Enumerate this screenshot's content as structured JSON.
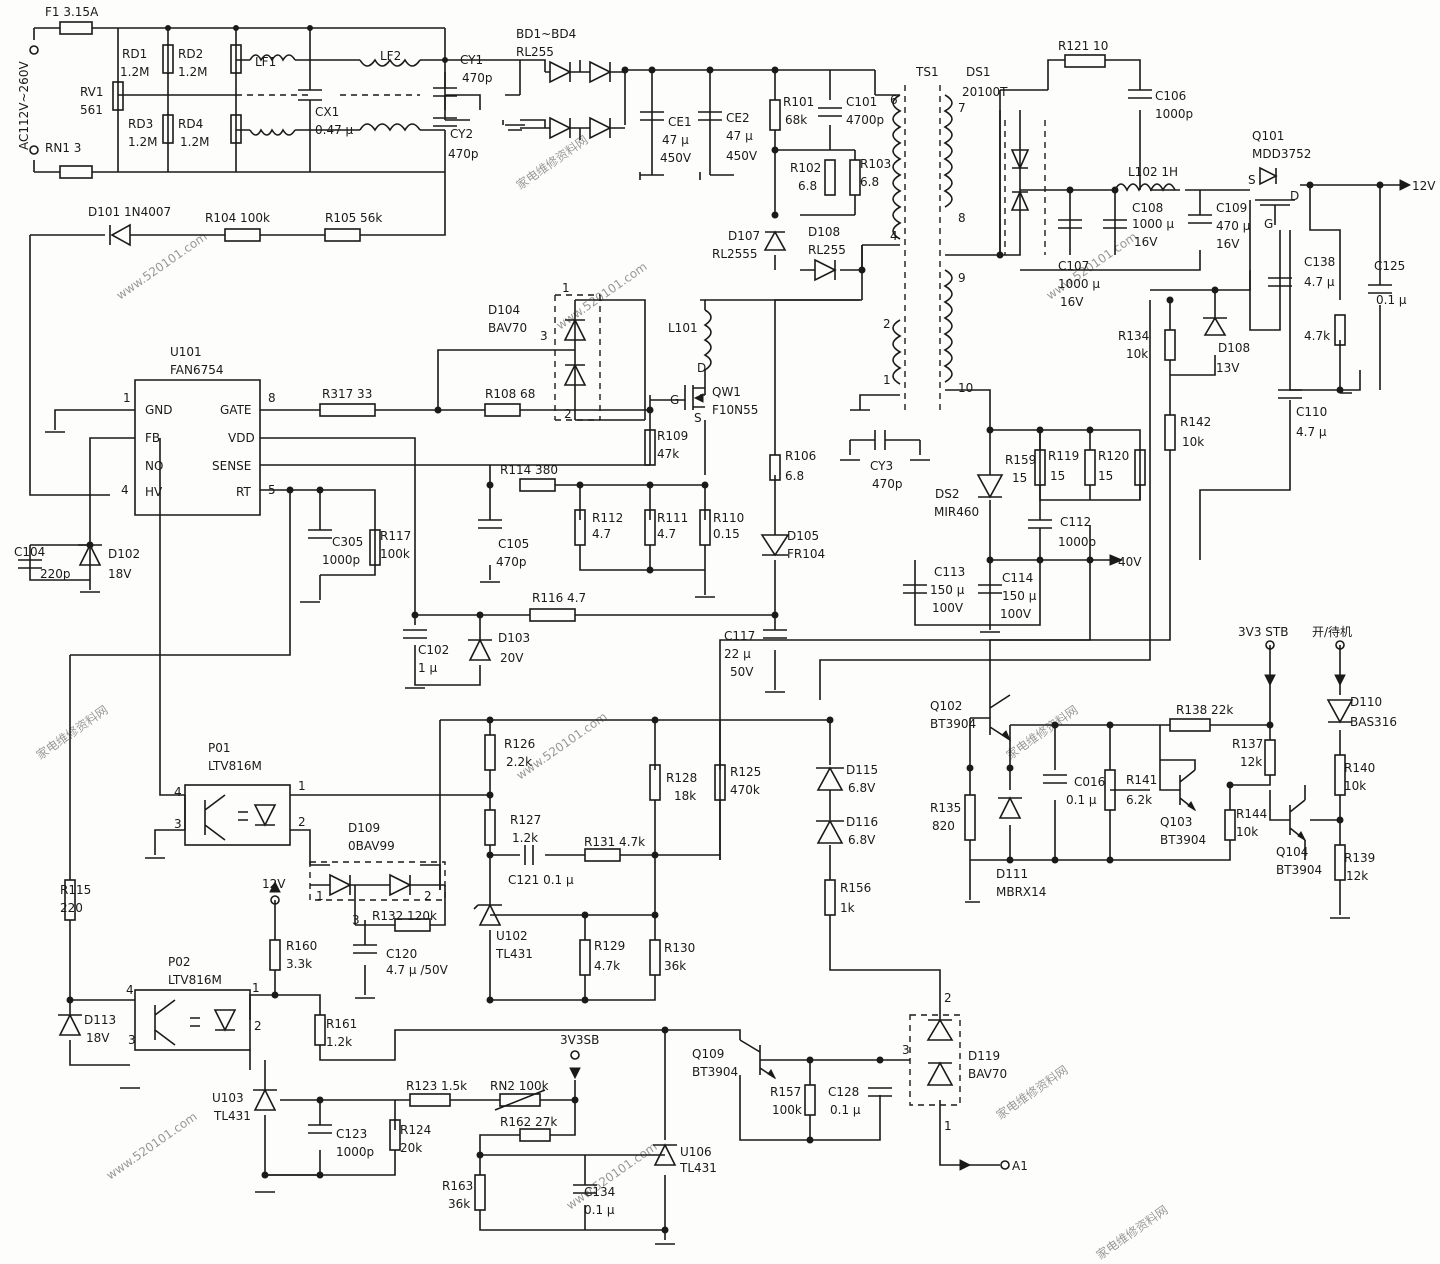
{
  "watermarks": [
    "家电维修资料网",
    "www.520101.com"
  ],
  "colors": {
    "ink": "#1a1a1a",
    "paper": "#fdfdfb",
    "watermark": "#c8c8c8"
  },
  "labels": [
    {
      "id": "F1",
      "t": "F1  3.15A"
    },
    {
      "id": "AC",
      "t": "AC112V~260V"
    },
    {
      "id": "RD1",
      "t": "RD1"
    },
    {
      "id": "RD1v",
      "t": "1.2M"
    },
    {
      "id": "RD2",
      "t": "RD2"
    },
    {
      "id": "RD2v",
      "t": "1.2M"
    },
    {
      "id": "RV1",
      "t": "RV1"
    },
    {
      "id": "RV1v",
      "t": "561"
    },
    {
      "id": "RD3",
      "t": "RD3"
    },
    {
      "id": "RD3v",
      "t": "1.2M"
    },
    {
      "id": "RD4",
      "t": "RD4"
    },
    {
      "id": "RD4v",
      "t": "1.2M"
    },
    {
      "id": "RN1",
      "t": "RN1  3"
    },
    {
      "id": "LF1",
      "t": "LF1"
    },
    {
      "id": "LF2",
      "t": "LF2"
    },
    {
      "id": "CX1",
      "t": "CX1"
    },
    {
      "id": "CX1v",
      "t": "0.47 μ"
    },
    {
      "id": "CY1",
      "t": "CY1"
    },
    {
      "id": "CY1v",
      "t": "470p"
    },
    {
      "id": "CY2",
      "t": "CY2"
    },
    {
      "id": "CY2v",
      "t": "470p"
    },
    {
      "id": "BD",
      "t": "BD1~BD4"
    },
    {
      "id": "BDv",
      "t": "RL255"
    },
    {
      "id": "CE1",
      "t": "CE1"
    },
    {
      "id": "CE1v",
      "t": "47 μ"
    },
    {
      "id": "CE1w",
      "t": "450V"
    },
    {
      "id": "CE2",
      "t": "CE2"
    },
    {
      "id": "CE2v",
      "t": "47 μ"
    },
    {
      "id": "CE2w",
      "t": "450V"
    },
    {
      "id": "R101",
      "t": "R101"
    },
    {
      "id": "R101v",
      "t": "68k"
    },
    {
      "id": "C101",
      "t": "C101"
    },
    {
      "id": "C101v",
      "t": "4700p"
    },
    {
      "id": "R102",
      "t": "R102"
    },
    {
      "id": "R102v",
      "t": "6.8"
    },
    {
      "id": "R103",
      "t": "R103"
    },
    {
      "id": "R103v",
      "t": "6.8"
    },
    {
      "id": "D107",
      "t": "D107"
    },
    {
      "id": "D107v",
      "t": "RL2555"
    },
    {
      "id": "D108a",
      "t": "D108"
    },
    {
      "id": "D108av",
      "t": "RL255"
    },
    {
      "id": "TS1",
      "t": "TS1"
    },
    {
      "id": "DS1",
      "t": "DS1"
    },
    {
      "id": "DS1v",
      "t": "20100T"
    },
    {
      "id": "p6",
      "t": "6"
    },
    {
      "id": "p4",
      "t": "4"
    },
    {
      "id": "p2",
      "t": "2"
    },
    {
      "id": "p1",
      "t": "1"
    },
    {
      "id": "p7",
      "t": "7"
    },
    {
      "id": "p8",
      "t": "8"
    },
    {
      "id": "p9",
      "t": "9"
    },
    {
      "id": "p10",
      "t": "10"
    },
    {
      "id": "R121",
      "t": "R121  10"
    },
    {
      "id": "C106",
      "t": "C106"
    },
    {
      "id": "C106v",
      "t": "1000p"
    },
    {
      "id": "Q101",
      "t": "Q101"
    },
    {
      "id": "Q101v",
      "t": "MDD3752"
    },
    {
      "id": "L102",
      "t": "L102  1H"
    },
    {
      "id": "S",
      "t": "S"
    },
    {
      "id": "D",
      "t": "D"
    },
    {
      "id": "G",
      "t": "G"
    },
    {
      "id": "V12",
      "t": "12V"
    },
    {
      "id": "C108",
      "t": "C108"
    },
    {
      "id": "C108v",
      "t": "1000 μ"
    },
    {
      "id": "C108w",
      "t": "16V"
    },
    {
      "id": "C109",
      "t": "C109"
    },
    {
      "id": "C109v",
      "t": "470 μ"
    },
    {
      "id": "C109w",
      "t": "16V"
    },
    {
      "id": "C107",
      "t": "C107"
    },
    {
      "id": "C107v",
      "t": "1000 μ"
    },
    {
      "id": "C107w",
      "t": "16V"
    },
    {
      "id": "C138",
      "t": "C138"
    },
    {
      "id": "C138v",
      "t": "4.7 μ"
    },
    {
      "id": "C125",
      "t": "C125"
    },
    {
      "id": "C125v",
      "t": "0.1 μ"
    },
    {
      "id": "R47k",
      "t": "4.7k"
    },
    {
      "id": "C110",
      "t": "C110"
    },
    {
      "id": "C110v",
      "t": "4.7 μ"
    },
    {
      "id": "R134",
      "t": "R134"
    },
    {
      "id": "R134v",
      "t": "10k"
    },
    {
      "id": "D108b",
      "t": "D108"
    },
    {
      "id": "D108bv",
      "t": "13V"
    },
    {
      "id": "R142",
      "t": "R142"
    },
    {
      "id": "R142v",
      "t": "10k"
    },
    {
      "id": "D101",
      "t": "D101  1N4007"
    },
    {
      "id": "R104",
      "t": "R104  100k"
    },
    {
      "id": "R105",
      "t": "R105  56k"
    },
    {
      "id": "D104",
      "t": "D104"
    },
    {
      "id": "D104v",
      "t": "BAV70"
    },
    {
      "id": "U101",
      "t": "U101"
    },
    {
      "id": "U101v",
      "t": "FAN6754"
    },
    {
      "id": "GND",
      "t": "GND"
    },
    {
      "id": "FB",
      "t": "FB"
    },
    {
      "id": "NO",
      "t": "NO"
    },
    {
      "id": "HV",
      "t": "HV"
    },
    {
      "id": "GATE",
      "t": "GATE"
    },
    {
      "id": "VDD",
      "t": "VDD"
    },
    {
      "id": "SENSE",
      "t": "SENSE"
    },
    {
      "id": "RT",
      "t": "RT"
    },
    {
      "id": "pin1",
      "t": "1"
    },
    {
      "id": "pin4",
      "t": "4"
    },
    {
      "id": "pin8",
      "t": "8"
    },
    {
      "id": "pin5",
      "t": "5"
    },
    {
      "id": "R317",
      "t": "R317  33"
    },
    {
      "id": "R108",
      "t": "R108  68"
    },
    {
      "id": "L101",
      "t": "L101"
    },
    {
      "id": "QW1",
      "t": "QW1"
    },
    {
      "id": "QW1v",
      "t": "F10N55"
    },
    {
      "id": "d1",
      "t": "1"
    },
    {
      "id": "d2",
      "t": "2"
    },
    {
      "id": "d3",
      "t": "3"
    },
    {
      "id": "G2",
      "t": "G"
    },
    {
      "id": "S2",
      "t": "S"
    },
    {
      "id": "D2",
      "t": "D"
    },
    {
      "id": "R109",
      "t": "R109"
    },
    {
      "id": "R109v",
      "t": "47k"
    },
    {
      "id": "R114",
      "t": "R114  380"
    },
    {
      "id": "C105",
      "t": "C105"
    },
    {
      "id": "C105v",
      "t": "470p"
    },
    {
      "id": "R112",
      "t": "R112"
    },
    {
      "id": "R112v",
      "t": "4.7"
    },
    {
      "id": "R111",
      "t": "R111"
    },
    {
      "id": "R111v",
      "t": "4.7"
    },
    {
      "id": "R110",
      "t": "R110"
    },
    {
      "id": "R110v",
      "t": "0.15"
    },
    {
      "id": "R106",
      "t": "R106"
    },
    {
      "id": "R106v",
      "t": "6.8"
    },
    {
      "id": "D105",
      "t": "D105"
    },
    {
      "id": "D105v",
      "t": "FR104"
    },
    {
      "id": "CY3",
      "t": "CY3"
    },
    {
      "id": "CY3v",
      "t": "470p"
    },
    {
      "id": "R159",
      "t": "R159"
    },
    {
      "id": "R159v",
      "t": "15"
    },
    {
      "id": "R119",
      "t": "R119"
    },
    {
      "id": "R119v",
      "t": "15"
    },
    {
      "id": "R120",
      "t": "R120"
    },
    {
      "id": "R120v",
      "t": "15"
    },
    {
      "id": "DS2",
      "t": "DS2"
    },
    {
      "id": "DS2v",
      "t": "MIR460"
    },
    {
      "id": "C112",
      "t": "C112"
    },
    {
      "id": "C112v",
      "t": "1000p"
    },
    {
      "id": "V40",
      "t": "40V"
    },
    {
      "id": "C113",
      "t": "C113"
    },
    {
      "id": "C113v",
      "t": "150 μ"
    },
    {
      "id": "C113w",
      "t": "100V"
    },
    {
      "id": "C114",
      "t": "C114"
    },
    {
      "id": "C114v",
      "t": "150 μ"
    },
    {
      "id": "C114w",
      "t": "100V"
    },
    {
      "id": "C104",
      "t": "C104"
    },
    {
      "id": "C104v",
      "t": "220p"
    },
    {
      "id": "D102",
      "t": "D102"
    },
    {
      "id": "D102v",
      "t": "18V"
    },
    {
      "id": "C305",
      "t": "C305"
    },
    {
      "id": "C305v",
      "t": "1000p"
    },
    {
      "id": "R117",
      "t": "R117"
    },
    {
      "id": "R117v",
      "t": "100k"
    },
    {
      "id": "R116",
      "t": "R116  4.7"
    },
    {
      "id": "C102",
      "t": "C102"
    },
    {
      "id": "C102v",
      "t": "1 μ"
    },
    {
      "id": "D103",
      "t": "D103"
    },
    {
      "id": "D103v",
      "t": "20V"
    },
    {
      "id": "C117",
      "t": "C117"
    },
    {
      "id": "C117v",
      "t": "22 μ"
    },
    {
      "id": "C117w",
      "t": "50V"
    },
    {
      "id": "V3V3STB",
      "t": "3V3  STB"
    },
    {
      "id": "ONSTBY",
      "t": "开/待机"
    },
    {
      "id": "Q102",
      "t": "Q102"
    },
    {
      "id": "Q102v",
      "t": "BT3904"
    },
    {
      "id": "R138",
      "t": "R138  22k"
    },
    {
      "id": "D110",
      "t": "D110"
    },
    {
      "id": "D110v",
      "t": "BAS316"
    },
    {
      "id": "R137",
      "t": "R137"
    },
    {
      "id": "R137v",
      "t": "12k"
    },
    {
      "id": "C016",
      "t": "C016"
    },
    {
      "id": "C016v",
      "t": "0.1 μ"
    },
    {
      "id": "R141",
      "t": "R141"
    },
    {
      "id": "R141v",
      "t": "6.2k"
    },
    {
      "id": "R140",
      "t": "R140"
    },
    {
      "id": "R140v",
      "t": "10k"
    },
    {
      "id": "R135",
      "t": "R135"
    },
    {
      "id": "R135v",
      "t": "820"
    },
    {
      "id": "Q103",
      "t": "Q103"
    },
    {
      "id": "Q103v",
      "t": "BT3904"
    },
    {
      "id": "R144",
      "t": "R144"
    },
    {
      "id": "R144v",
      "t": "10k"
    },
    {
      "id": "Q104",
      "t": "Q104"
    },
    {
      "id": "Q104v",
      "t": "BT3904"
    },
    {
      "id": "R139",
      "t": "R139"
    },
    {
      "id": "R139v",
      "t": "12k"
    },
    {
      "id": "D111",
      "t": "D111"
    },
    {
      "id": "D111v",
      "t": "MBRX14"
    },
    {
      "id": "P01",
      "t": "P01"
    },
    {
      "id": "P01v",
      "t": "LTV816M"
    },
    {
      "id": "R126",
      "t": "R126"
    },
    {
      "id": "R126v",
      "t": "2.2k"
    },
    {
      "id": "R128",
      "t": "R128"
    },
    {
      "id": "R128v",
      "t": "18k"
    },
    {
      "id": "R125",
      "t": "R125"
    },
    {
      "id": "R125v",
      "t": "470k"
    },
    {
      "id": "D115",
      "t": "D115"
    },
    {
      "id": "D115v",
      "t": "6.8V"
    },
    {
      "id": "D116",
      "t": "D116"
    },
    {
      "id": "D116v",
      "t": "6.8V"
    },
    {
      "id": "R127",
      "t": "R127"
    },
    {
      "id": "R127v",
      "t": "1.2k"
    },
    {
      "id": "D109",
      "t": "D109"
    },
    {
      "id": "D109v",
      "t": "0BAV99"
    },
    {
      "id": "C121",
      "t": "C121  0.1 μ"
    },
    {
      "id": "R131",
      "t": "R131  4.7k"
    },
    {
      "id": "R156",
      "t": "R156"
    },
    {
      "id": "R156v",
      "t": "1k"
    },
    {
      "id": "R115",
      "t": "R115"
    },
    {
      "id": "R115v",
      "t": "220"
    },
    {
      "id": "V12b",
      "t": "12V"
    },
    {
      "id": "R132",
      "t": "R132  120k"
    },
    {
      "id": "U102",
      "t": "U102"
    },
    {
      "id": "U102v",
      "t": "TL431"
    },
    {
      "id": "R129",
      "t": "R129"
    },
    {
      "id": "R129v",
      "t": "4.7k"
    },
    {
      "id": "R130",
      "t": "R130"
    },
    {
      "id": "R130v",
      "t": "36k"
    },
    {
      "id": "R160",
      "t": "R160"
    },
    {
      "id": "R160v",
      "t": "3.3k"
    },
    {
      "id": "C120",
      "t": "C120"
    },
    {
      "id": "C120v",
      "t": "4.7 μ /50V"
    },
    {
      "id": "P02",
      "t": "P02"
    },
    {
      "id": "P02v",
      "t": "LTV816M"
    },
    {
      "id": "R161",
      "t": "R161"
    },
    {
      "id": "R161v",
      "t": "1.2k"
    },
    {
      "id": "D113",
      "t": "D113"
    },
    {
      "id": "D113v",
      "t": "18V"
    },
    {
      "id": "V3V3SB",
      "t": "3V3SB"
    },
    {
      "id": "Q109",
      "t": "Q109"
    },
    {
      "id": "Q109v",
      "t": "BT3904"
    },
    {
      "id": "D119",
      "t": "D119"
    },
    {
      "id": "D119v",
      "t": "BAV70"
    },
    {
      "id": "U103",
      "t": "U103"
    },
    {
      "id": "U103v",
      "t": "TL431"
    },
    {
      "id": "R123",
      "t": "R123  1.5k"
    },
    {
      "id": "RN2",
      "t": "RN2  100k"
    },
    {
      "id": "R162",
      "t": "R162  27k"
    },
    {
      "id": "R157",
      "t": "R157"
    },
    {
      "id": "R157v",
      "t": "100k"
    },
    {
      "id": "C128",
      "t": "C128"
    },
    {
      "id": "C128v",
      "t": "0.1 μ"
    },
    {
      "id": "C123",
      "t": "C123"
    },
    {
      "id": "C123v",
      "t": "1000p"
    },
    {
      "id": "R124",
      "t": "R124"
    },
    {
      "id": "R124v",
      "t": "20k"
    },
    {
      "id": "U106",
      "t": "U106"
    },
    {
      "id": "U106v",
      "t": "TL431"
    },
    {
      "id": "R163",
      "t": "R163"
    },
    {
      "id": "R163v",
      "t": "36k"
    },
    {
      "id": "C134",
      "t": "C134"
    },
    {
      "id": "C134v",
      "t": "0.1 μ"
    },
    {
      "id": "A1",
      "t": "A1"
    },
    {
      "id": "pp4",
      "t": "4"
    },
    {
      "id": "pp1",
      "t": "1"
    },
    {
      "id": "pp3",
      "t": "3"
    },
    {
      "id": "pp2",
      "t": "2"
    },
    {
      "id": "pq4",
      "t": "4"
    },
    {
      "id": "pq1",
      "t": "1"
    },
    {
      "id": "pq3",
      "t": "3"
    },
    {
      "id": "pq2",
      "t": "2"
    },
    {
      "id": "e1",
      "t": "1"
    },
    {
      "id": "e2",
      "t": "2"
    },
    {
      "id": "e3",
      "t": "3"
    },
    {
      "id": "f2",
      "t": "2"
    },
    {
      "id": "f3",
      "t": "3"
    },
    {
      "id": "f1",
      "t": "1"
    }
  ]
}
